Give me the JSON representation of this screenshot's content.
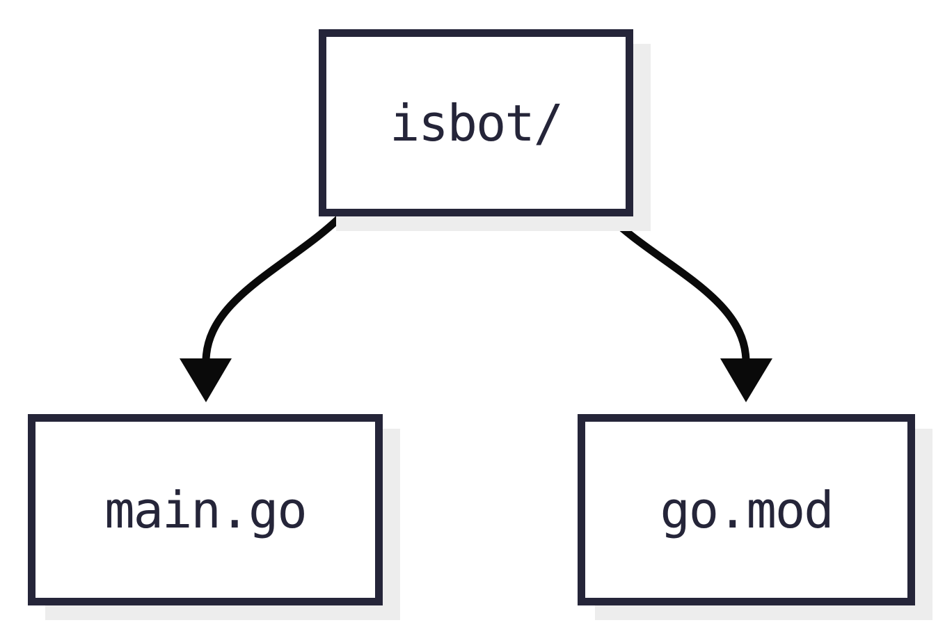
{
  "diagram": {
    "type": "tree",
    "nodes": {
      "root": {
        "label": "isbot/"
      },
      "main": {
        "label": "main.go"
      },
      "gomod": {
        "label": "go.mod"
      }
    },
    "edges": [
      {
        "from": "isbot/",
        "to": "main.go"
      },
      {
        "from": "isbot/",
        "to": "go.mod"
      }
    ]
  },
  "colors": {
    "background": "#ffffff",
    "node_border": "#252539",
    "node_fill": "#ffffff",
    "node_text": "#252539",
    "node_shadow": "#ededed",
    "arrow": "#0a0a0a"
  }
}
